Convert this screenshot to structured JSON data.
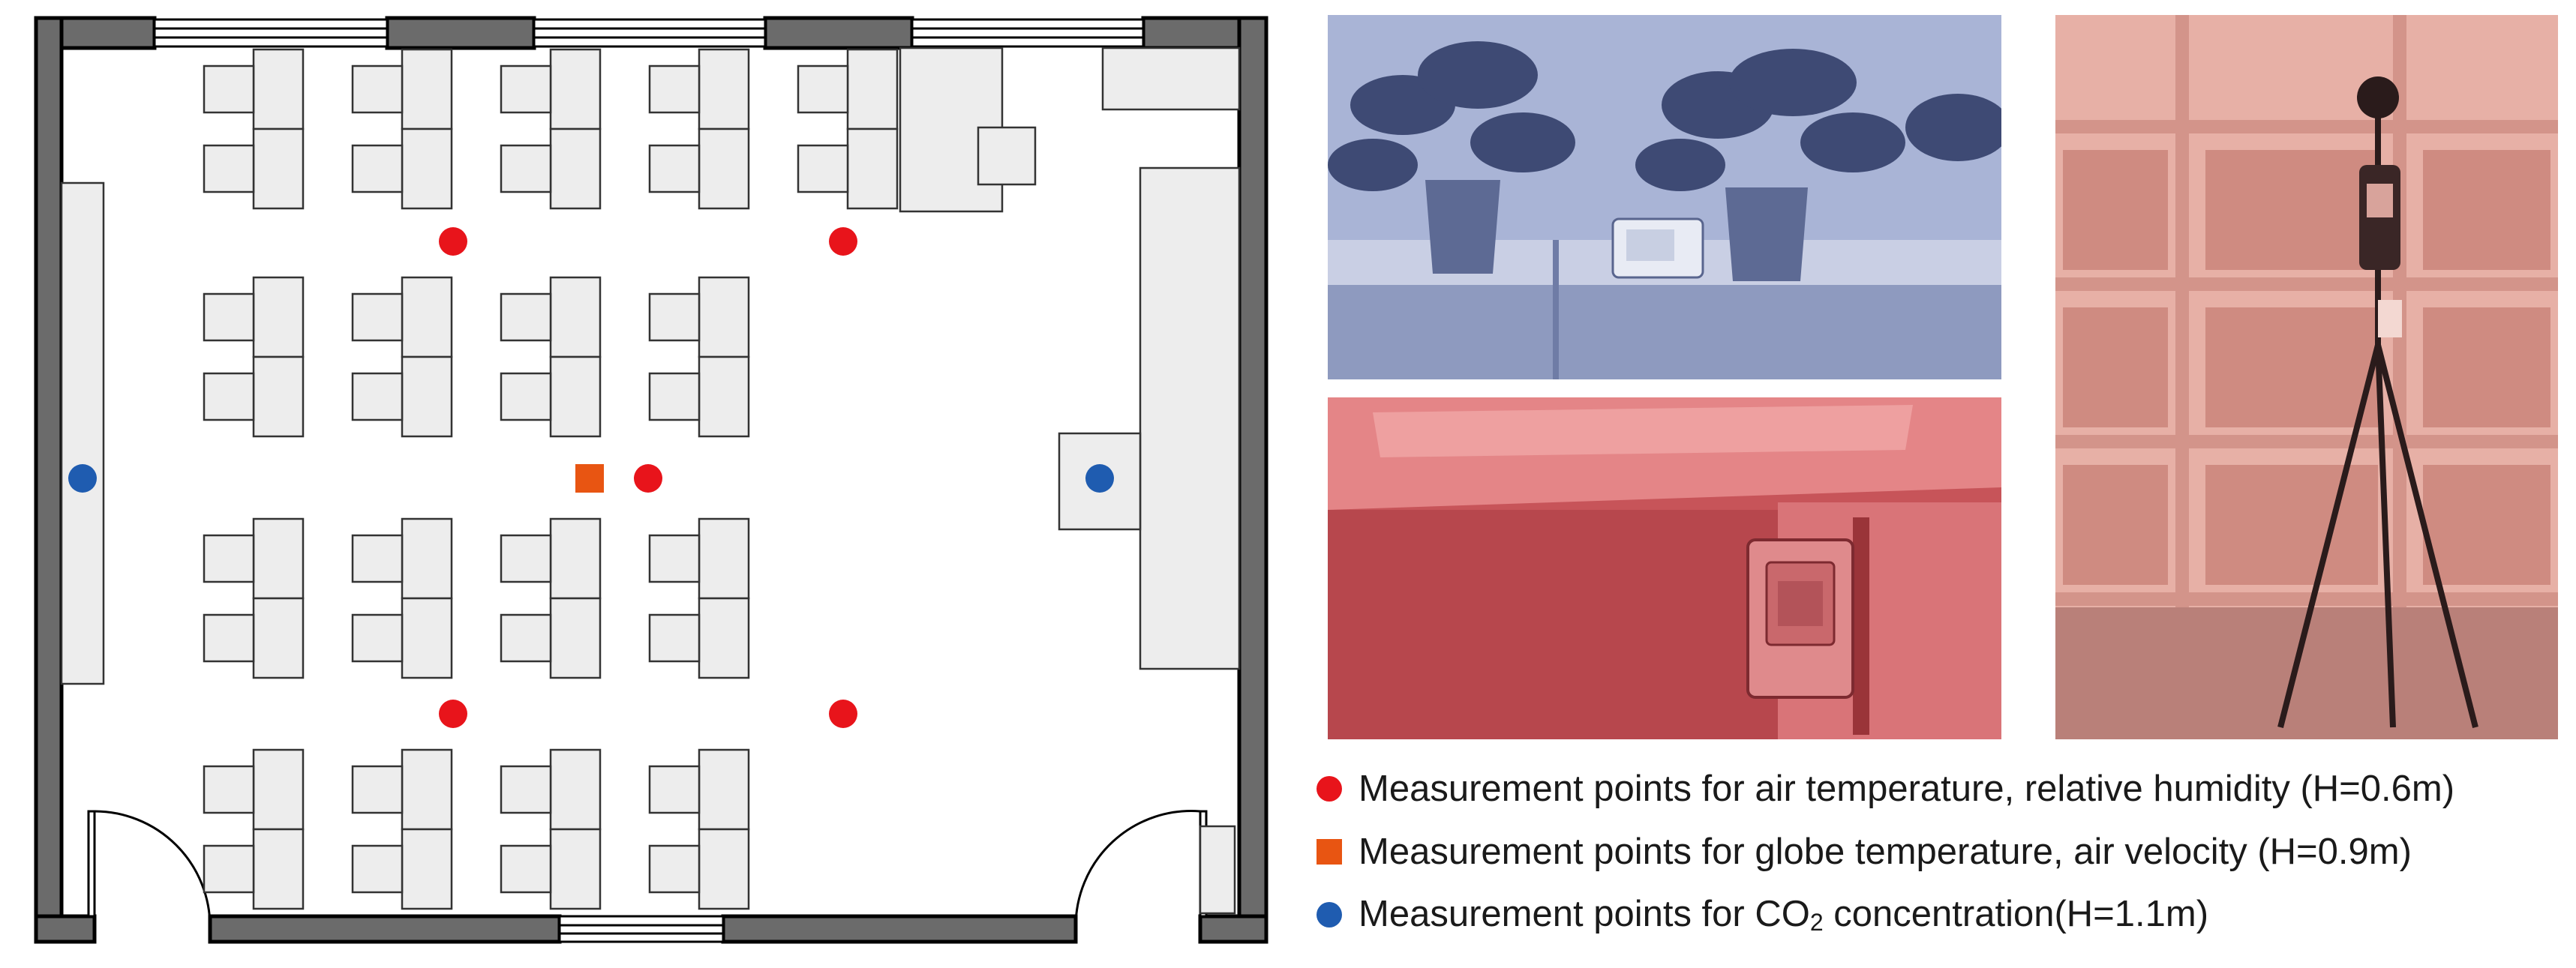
{
  "floorplan": {
    "markers": [
      {
        "type": "air-temp-humidity",
        "label": "red circle"
      },
      {
        "type": "air-temp-humidity",
        "label": "red circle"
      },
      {
        "type": "air-temp-humidity",
        "label": "red circle"
      },
      {
        "type": "air-temp-humidity",
        "label": "red circle"
      },
      {
        "type": "air-temp-humidity",
        "label": "red circle"
      },
      {
        "type": "globe-temp-velocity",
        "label": "orange square"
      },
      {
        "type": "co2",
        "label": "blue circle"
      },
      {
        "type": "co2",
        "label": "blue circle"
      }
    ]
  },
  "legend": {
    "items": [
      {
        "color": "#e8141b",
        "shape": "circle",
        "text": "Measurement points for air temperature, relative humidity (H=0.6m)"
      },
      {
        "color": "#e85512",
        "shape": "square",
        "text": "Measurement points for globe temperature, air velocity (H=0.9m)"
      },
      {
        "color": "#1f5cb0",
        "shape": "circle",
        "text_before": "Measurement points for CO",
        "text_sub": "2",
        "text_after": " concentration(H=1.1m)"
      }
    ]
  },
  "photos": [
    {
      "name": "plants-co2-sensor-photo",
      "tint": "#8fa0c8"
    },
    {
      "name": "desk-underside-logger-photo",
      "tint": "#d9656a"
    },
    {
      "name": "tripod-globe-thermometer-photo",
      "tint": "#e5a99f"
    }
  ],
  "colors": {
    "red": "#e8141b",
    "orange": "#e85512",
    "blue": "#1f5cb0",
    "wall": "#6b6b6b",
    "furniture": "#ededed"
  }
}
